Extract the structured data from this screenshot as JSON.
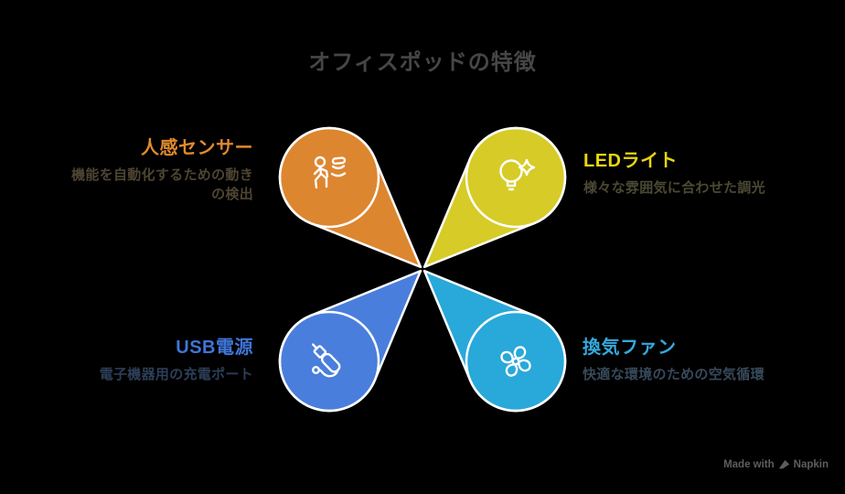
{
  "title": "オフィスポッドの特徴",
  "features": [
    {
      "name": "motion-sensor",
      "label": "人感センサー",
      "description": "機能を自動化するための動き\nの検出",
      "petal_color": "#DD8630",
      "label_color": "#E08A2E",
      "description_color": "#4E4433"
    },
    {
      "name": "led-light",
      "label": "LEDライト",
      "description": "様々な雰囲気に合わせた調光",
      "petal_color": "#D7CB28",
      "label_color": "#E9D60D",
      "description_color": "#4B4933"
    },
    {
      "name": "usb-power",
      "label": "USB電源",
      "description": "電子機器用の充電ポート",
      "petal_color": "#4A7EDC",
      "label_color": "#3F75D7",
      "description_color": "#2D3E58"
    },
    {
      "name": "ventilation-fan",
      "label": "換気ファン",
      "description": "快適な環境のための空気循環",
      "petal_color": "#29A8DA",
      "label_color": "#35A9DC",
      "description_color": "#37495A"
    }
  ],
  "watermark": {
    "text": "Made with",
    "brand": "Napkin"
  }
}
